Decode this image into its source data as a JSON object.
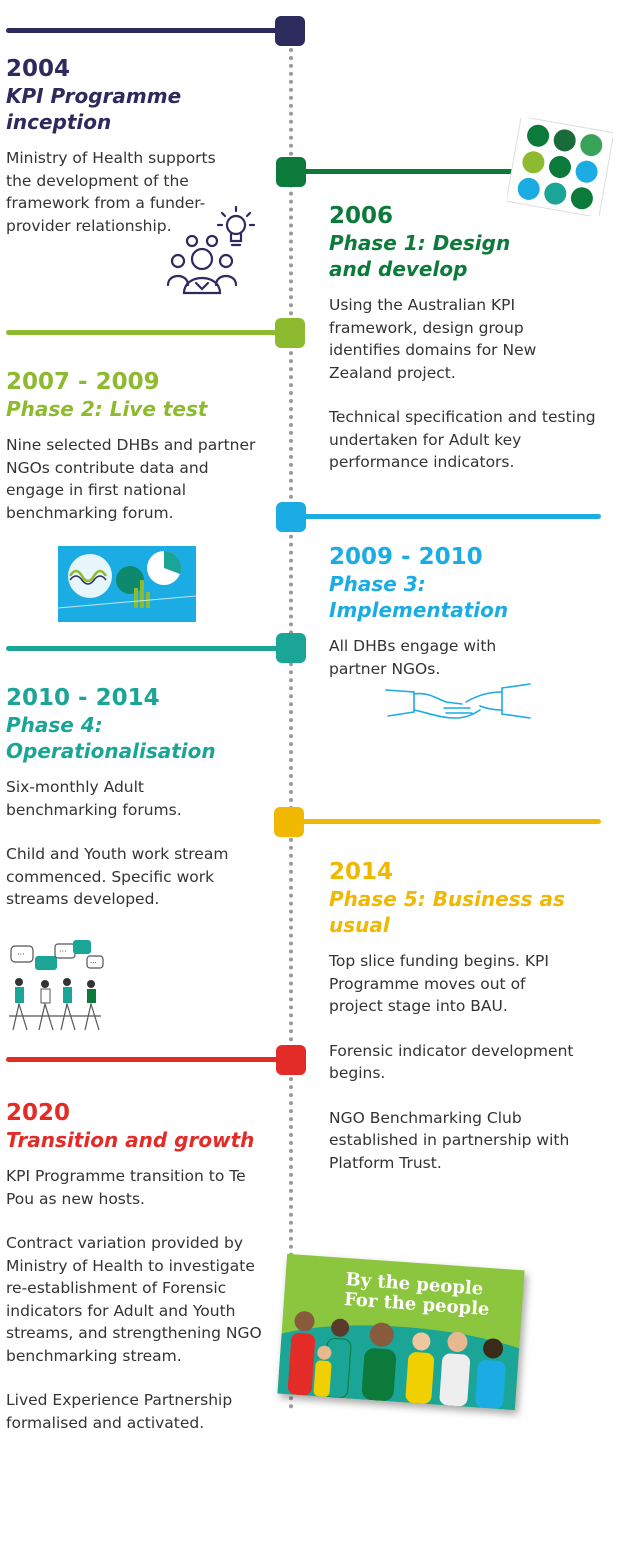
{
  "colors": {
    "navy": "#2d2a5e",
    "green_dark": "#0b7a3b",
    "green_light": "#8dba2e",
    "cyan": "#1aace3",
    "teal": "#1aa596",
    "gold": "#f0b800",
    "red": "#e32b28",
    "spine": "#9a9a9a"
  },
  "milestones": [
    {
      "year": "2004",
      "phase": "KPI Programme inception",
      "paragraphs": [
        "Ministry of Health supports the development of the framework from a funder-provider relationship."
      ],
      "icon": "team-lightbulb-icon"
    },
    {
      "year": "2006",
      "phase": "Phase 1: Design and develop",
      "paragraphs": [
        "Using the Australian KPI framework, design group identifies domains for New Zealand project.",
        "Technical specification and testing undertaken for Adult key performance indicators."
      ],
      "icon": "circles-image"
    },
    {
      "year": "2007 - 2009",
      "phase": "Phase 2: Live test",
      "paragraphs": [
        "Nine selected DHBs and partner NGOs contribute data and engage in first national benchmarking forum."
      ],
      "icon": "data-charts-image"
    },
    {
      "year": "2009 - 2010",
      "phase": "Phase 3: Implementation",
      "paragraphs": [
        "All DHBs engage with partner NGOs."
      ],
      "icon": "handshake-icon"
    },
    {
      "year": "2010 - 2014",
      "phase": "Phase 4: Operationalisation",
      "paragraphs": [
        "Six-monthly Adult benchmarking forums.",
        "Child and Youth work stream commenced. Specific work streams developed."
      ],
      "icon": "people-discussion-icon"
    },
    {
      "year": "2014",
      "phase": "Phase 5: Business as usual",
      "paragraphs": [
        "Top slice funding begins. KPI Programme moves out of project stage into BAU.",
        "Forensic indicator development begins.",
        "NGO Benchmarking Club established in partnership with Platform Trust."
      ],
      "icon": ""
    },
    {
      "year": "2020",
      "phase": "Transition and growth",
      "paragraphs": [
        "KPI Programme transition to Te Pou as new hosts.",
        "Contract variation provided by Ministry of Health to investigate re-establishment of Forensic indicators for Adult and Youth streams, and strengthening NGO benchmarking stream.",
        "Lived Experience Partnership formalised and activated."
      ],
      "icon": "poster-image"
    }
  ],
  "poster": {
    "line1": "By the people",
    "line2": "For the people"
  }
}
